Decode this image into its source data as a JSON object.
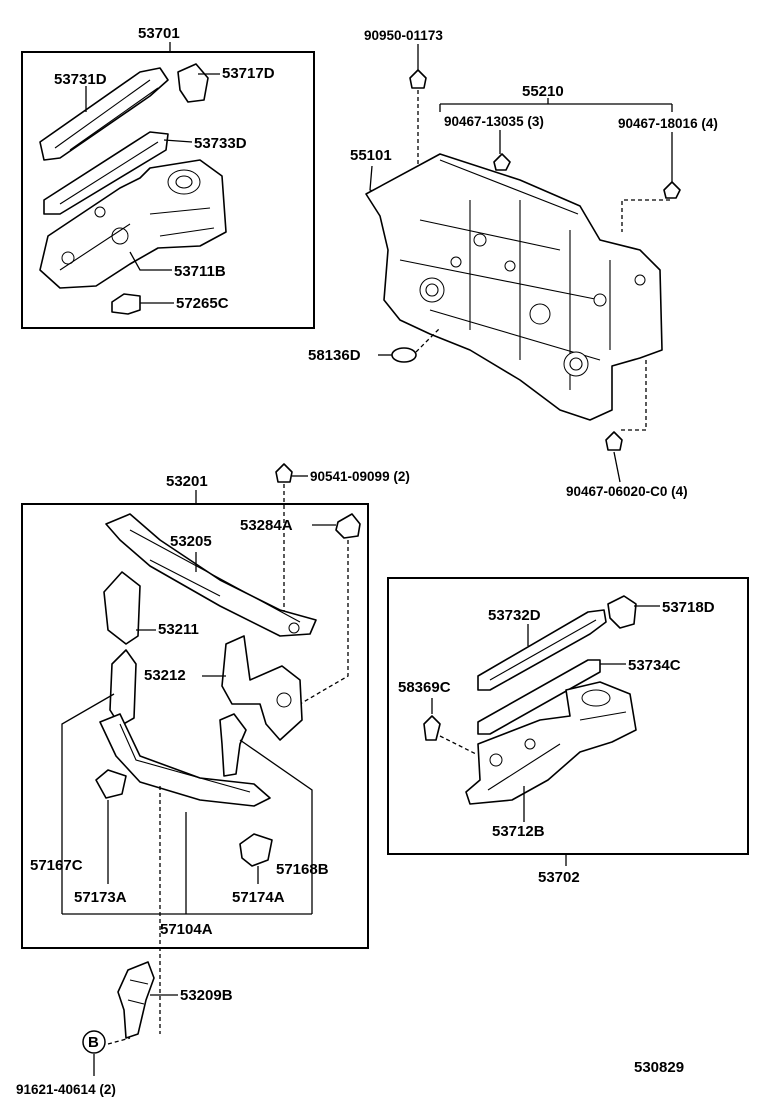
{
  "diagram_code": "530829",
  "groups": {
    "g53701": {
      "number": "53701",
      "parts": [
        "53731D",
        "53717D",
        "53733D",
        "53711B",
        "57265C"
      ]
    },
    "g55210": {
      "number": "55210",
      "parts": [
        "90950-01173",
        "90467-13035 (3)",
        "90467-18016 (4)",
        "55101",
        "58136D",
        "90467-06020-C0 (4)"
      ]
    },
    "g53201": {
      "number": "53201",
      "parts": [
        "90541-09099 (2)",
        "53205",
        "53284A",
        "53211",
        "53212",
        "57167C",
        "57173A",
        "57104A",
        "57174A",
        "57168B",
        "53209B"
      ]
    },
    "g53702": {
      "number": "53702",
      "parts": [
        "53732D",
        "53718D",
        "53734C",
        "58369C",
        "53712B"
      ]
    }
  },
  "bottom_ref": {
    "circle_letter": "B",
    "part": "91621-40614 (2)"
  }
}
